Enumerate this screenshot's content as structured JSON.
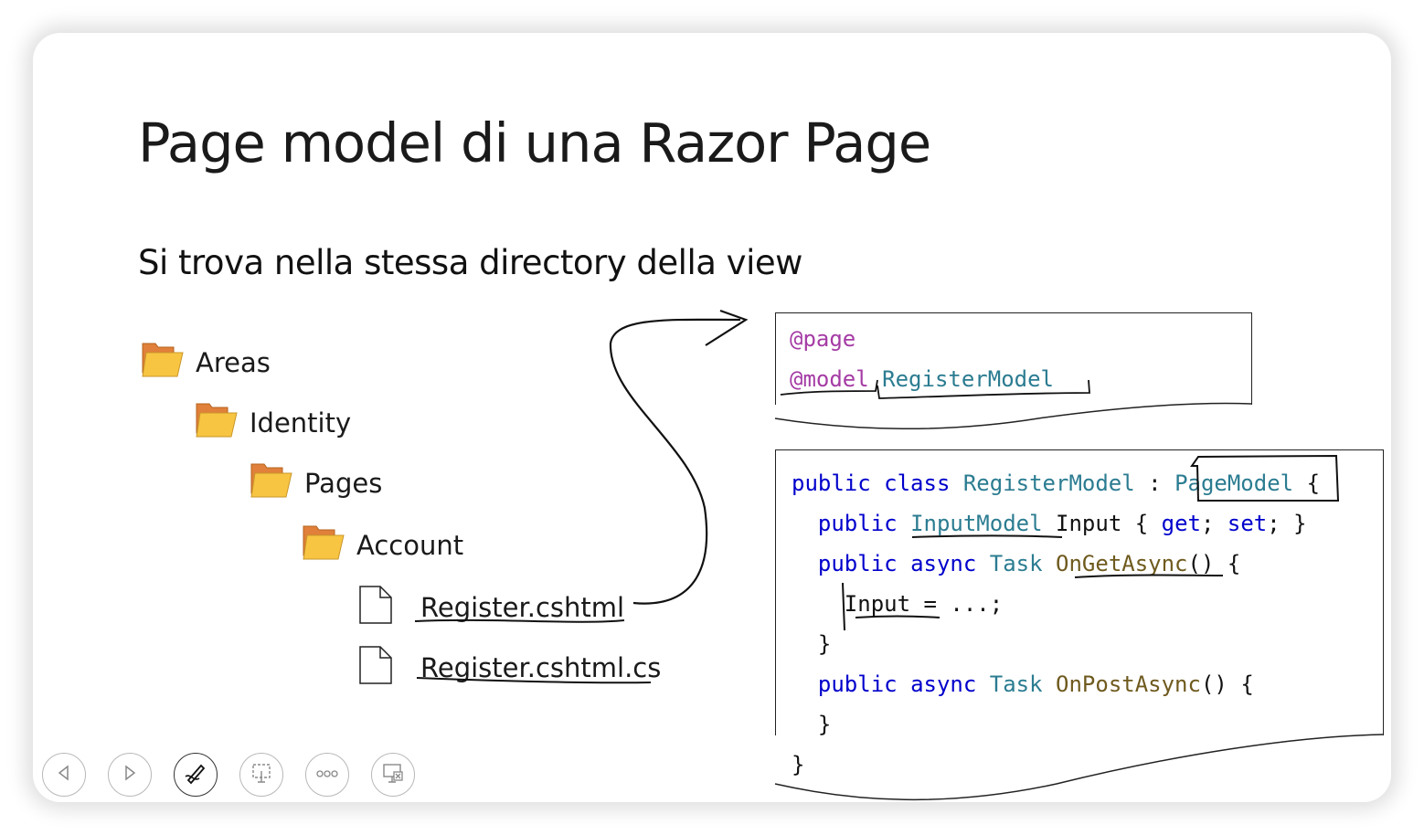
{
  "slide": {
    "title": "Page model di una Razor Page",
    "subtitle": "Si trova nella stessa directory della view"
  },
  "tree": {
    "folders": [
      {
        "label": "Areas",
        "icon": "folder-icon"
      },
      {
        "label": "Identity",
        "icon": "folder-icon"
      },
      {
        "label": "Pages",
        "icon": "folder-icon"
      },
      {
        "label": "Account",
        "icon": "folder-icon"
      }
    ],
    "files": [
      {
        "label": "Register.cshtml",
        "icon": "file-icon"
      },
      {
        "label": "Register.cshtml.cs",
        "icon": "file-icon"
      }
    ]
  },
  "view_code": {
    "line1": "@page",
    "line2_directive": "@model",
    "line2_type": "RegisterModel"
  },
  "model_code": {
    "kw_public": "public",
    "kw_class": "class",
    "kw_async": "async",
    "kw_get": "get",
    "kw_set": "set",
    "class_name": "RegisterModel",
    "colon": " : ",
    "base_class": "PageModel",
    "open_brace": "{",
    "close_brace": "}",
    "input_type": "InputModel",
    "input_prop": "Input",
    "accessor_open": "{ ",
    "accessor_sep": "; ",
    "accessor_close": "; }",
    "task_type": "Task",
    "get_method": "OnGetAsync",
    "post_method": "OnPostAsync",
    "parens": "() {",
    "assign_target": "Input",
    "assign_rest": " = ...;"
  },
  "toolbar": {
    "buttons": [
      "previous-icon",
      "next-icon",
      "pen-icon",
      "pointer-icon",
      "more-icon",
      "end-show-icon"
    ]
  },
  "colors": {
    "keyword": "#0000cc",
    "type": "#2b7c91",
    "directive": "#a53ba5",
    "method": "#6f5a1e",
    "folder_front": "#f7c542",
    "folder_back": "#e0803a"
  }
}
